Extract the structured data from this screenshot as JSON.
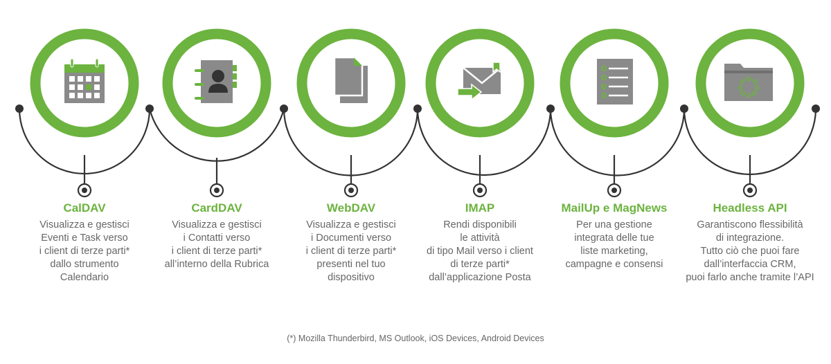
{
  "colors": {
    "accent": "#6cb33f",
    "icon_gray": "#8a8a8a",
    "line_dark": "#333333",
    "text": "#666666"
  },
  "items": [
    {
      "title": "CalDAV",
      "description": "Visualizza e gestisci\nEventi e Task verso\ni client di terze parti*\ndallo strumento\nCalendario",
      "icon": "calendar-icon"
    },
    {
      "title": "CardDAV",
      "description": "Visualizza e gestisci\ni Contatti verso\ni client di terze parti*\nall’interno della Rubrica",
      "icon": "address-book-icon"
    },
    {
      "title": "WebDAV",
      "description": "Visualizza e gestisci\ni Documenti verso\ni client di terze parti*\npresenti nel tuo\ndispositivo",
      "icon": "documents-icon"
    },
    {
      "title": "IMAP",
      "description": "Rendi disponibili\nle attività\ndi tipo Mail verso i client\ndi terze parti*\ndall’applicazione Posta",
      "icon": "mail-icon"
    },
    {
      "title": "MailUp e MagNews",
      "description": "Per una gestione\nintegrata delle tue\nliste marketing,\ncampagne e consensi",
      "icon": "checklist-icon"
    },
    {
      "title": "Headless API",
      "description": "Garantiscono flessibilità\ndi integrazione.\nTutto ciò che puoi fare\ndall’interfaccia CRM,\npuoi farlo anche tramite l’API",
      "icon": "api-folder-icon"
    }
  ],
  "footnote": "(*) Mozilla Thunderbird, MS Outlook, iOS Devices, Android Devices"
}
